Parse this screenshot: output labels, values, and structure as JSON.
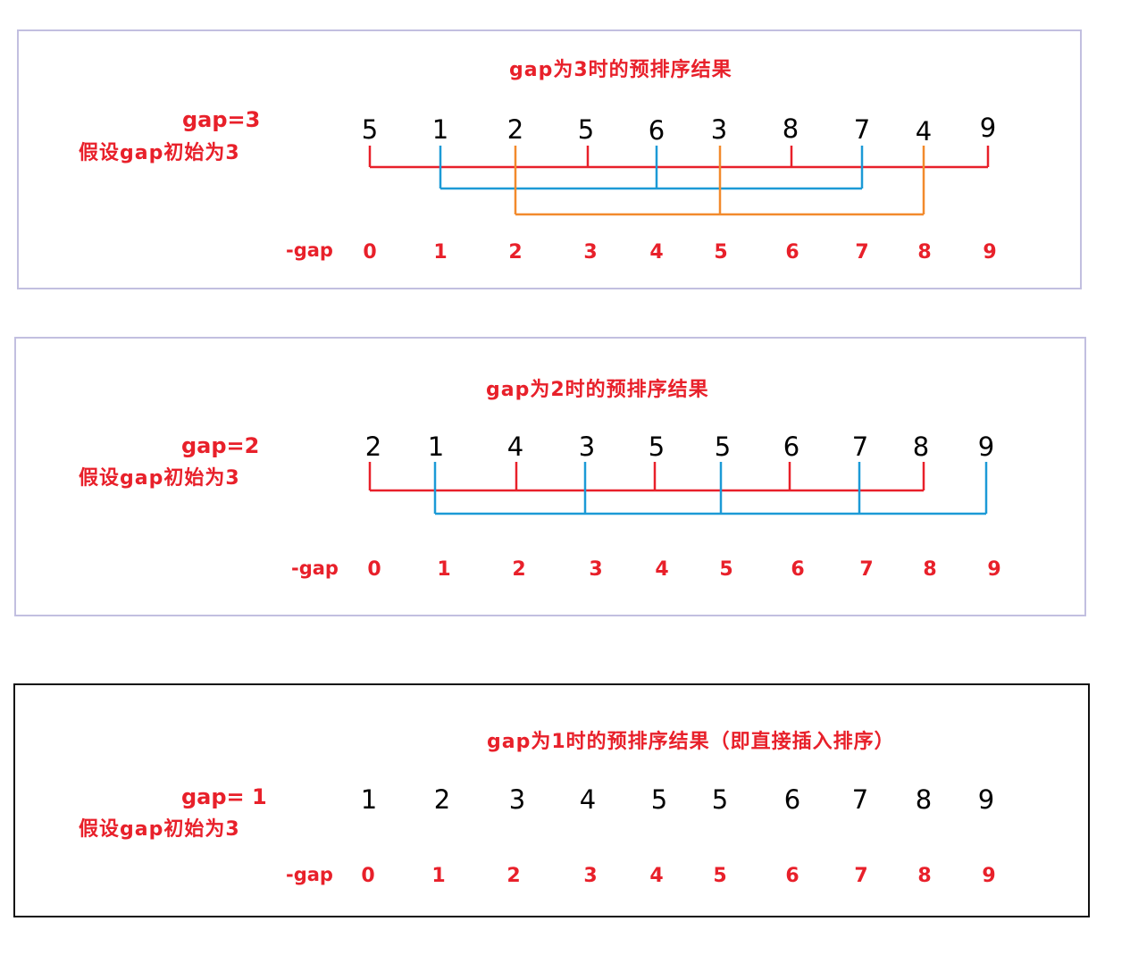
{
  "colors": {
    "red": "#e8202a",
    "blue": "#1c9ad6",
    "orange": "#f28a2c",
    "panel_border": "#c2bfe0",
    "dark_border": "#111111"
  },
  "panels": [
    {
      "title": "gap为3时的预排序结果",
      "gap_label": "gap=3",
      "note": "假设gap初始为3",
      "gap_axis_label": "-gap",
      "values": [
        "5",
        "1",
        "2",
        "5",
        "6",
        "3",
        "8",
        "7",
        "4",
        "9"
      ],
      "indices": [
        "0",
        "1",
        "2",
        "3",
        "4",
        "5",
        "6",
        "7",
        "8",
        "9"
      ],
      "groups": [
        {
          "color_name": "red",
          "indices": [
            0,
            3,
            6,
            9
          ]
        },
        {
          "color_name": "blue",
          "indices": [
            1,
            4,
            7
          ]
        },
        {
          "color_name": "orange",
          "indices": [
            2,
            5,
            8
          ]
        }
      ]
    },
    {
      "title": "gap为2时的预排序结果",
      "gap_label": "gap=2",
      "note": "假设gap初始为3",
      "gap_axis_label": "-gap",
      "values": [
        "2",
        "1",
        "4",
        "3",
        "5",
        "5",
        "6",
        "7",
        "8",
        "9"
      ],
      "indices": [
        "0",
        "1",
        "2",
        "3",
        "4",
        "5",
        "6",
        "7",
        "8",
        "9"
      ],
      "groups": [
        {
          "color_name": "red",
          "indices": [
            0,
            2,
            4,
            6,
            8
          ]
        },
        {
          "color_name": "blue",
          "indices": [
            1,
            3,
            5,
            7,
            9
          ]
        }
      ]
    },
    {
      "title": "gap为1时的预排序结果（即直接插入排序）",
      "gap_label": "gap= 1",
      "note": "假设gap初始为3",
      "gap_axis_label": "-gap",
      "values": [
        "1",
        "2",
        "3",
        "4",
        "5",
        "5",
        "6",
        "7",
        "8",
        "9"
      ],
      "indices": [
        "0",
        "1",
        "2",
        "3",
        "4",
        "5",
        "6",
        "7",
        "8",
        "9"
      ],
      "groups": []
    }
  ]
}
